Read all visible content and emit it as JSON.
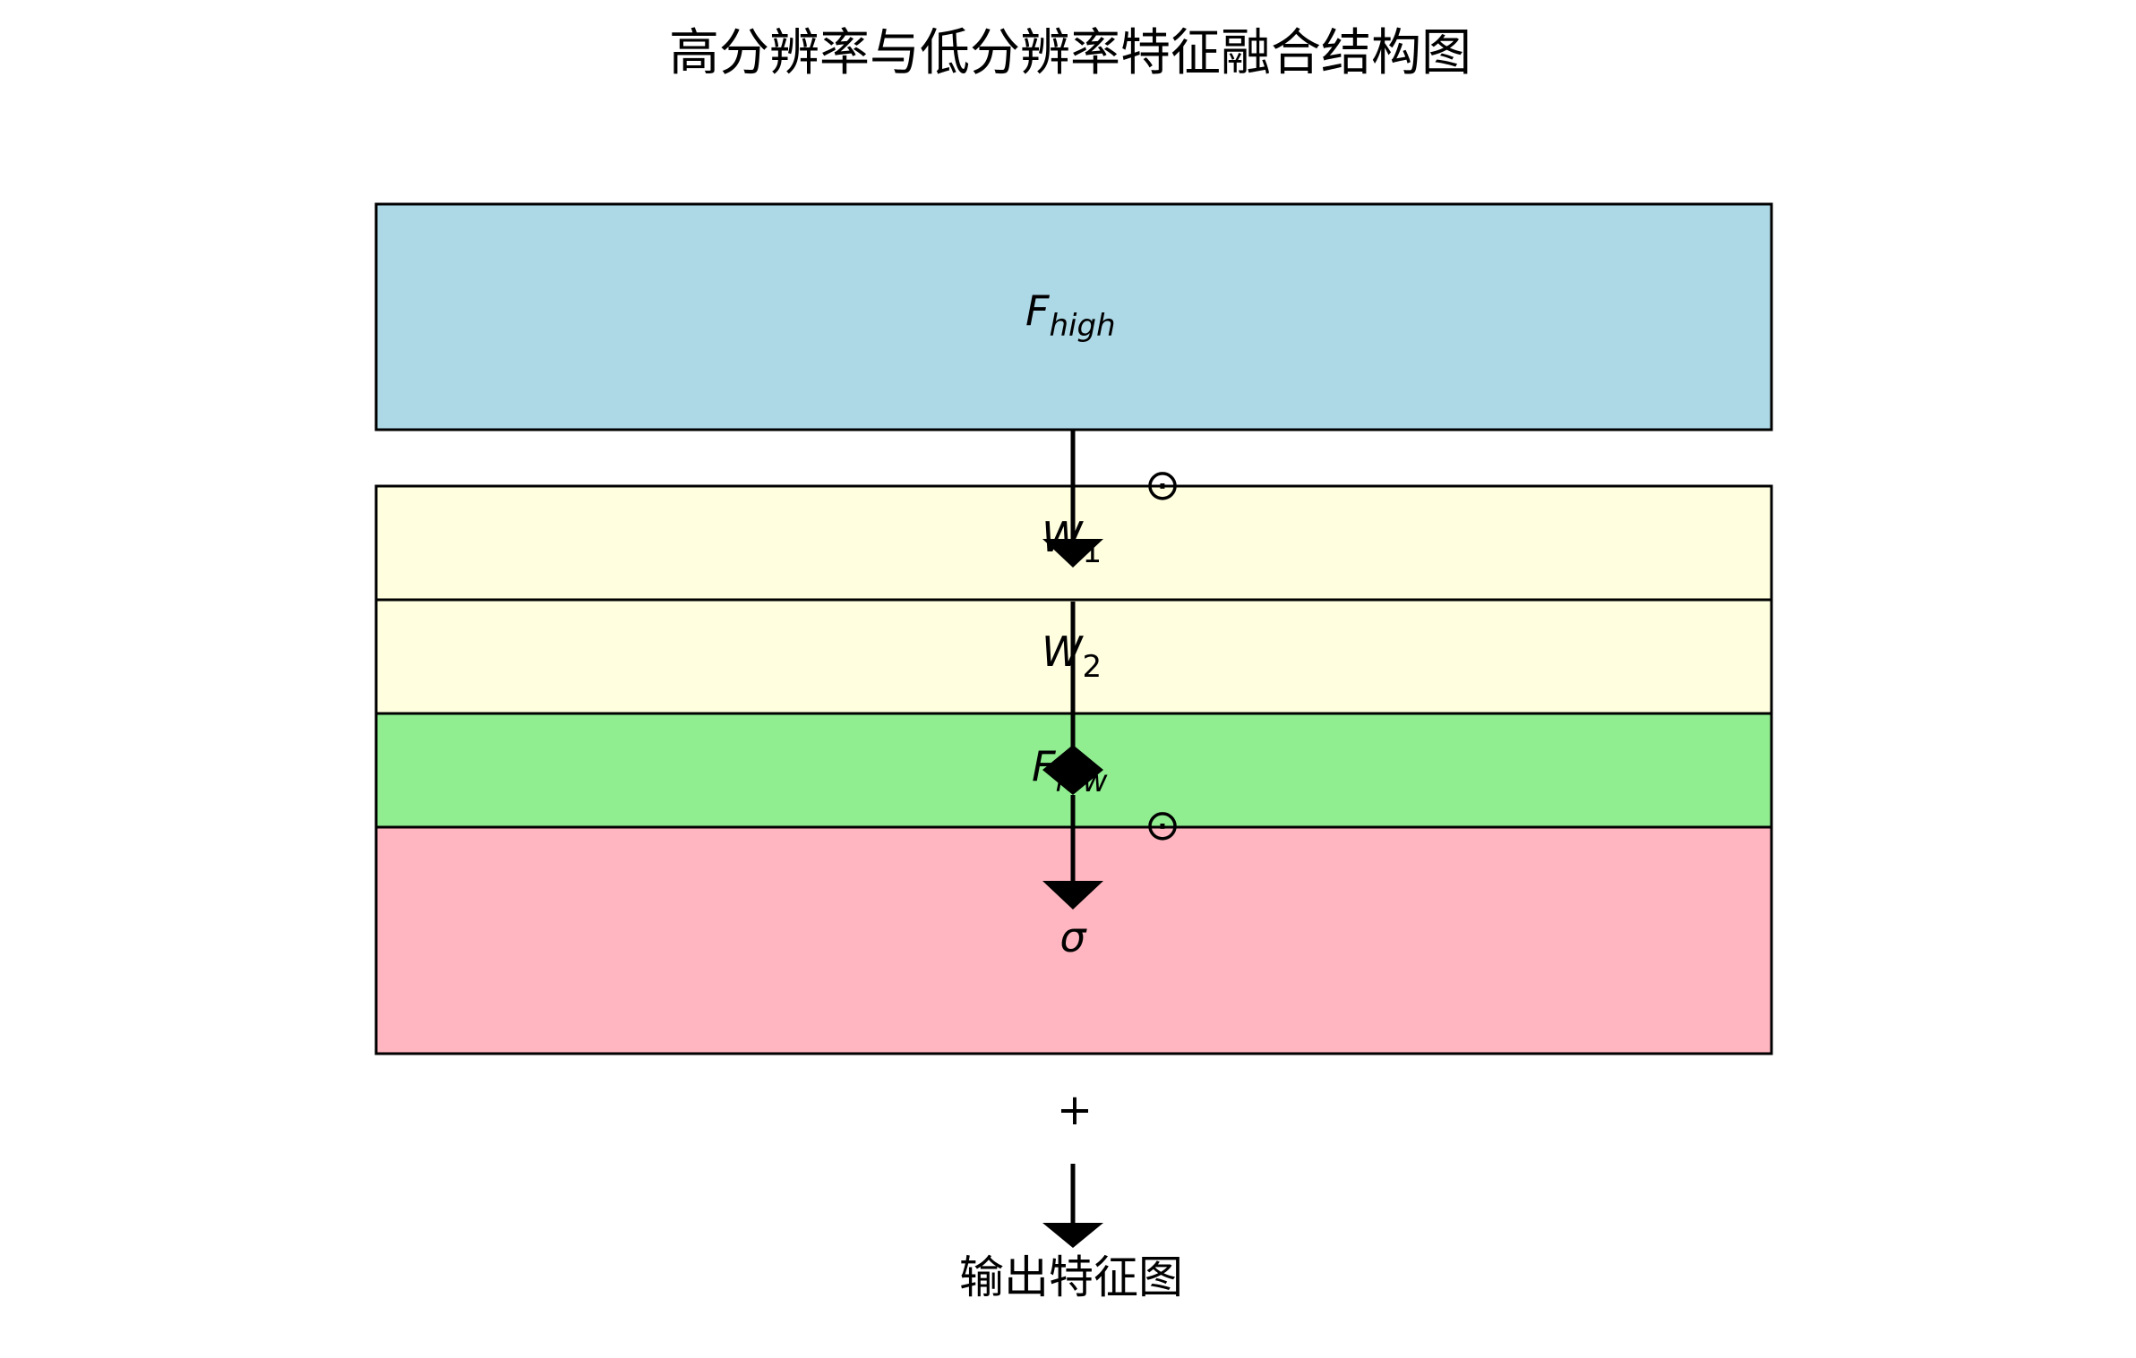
{
  "title": "高分辨率与低分辨率特征融合结构图",
  "blocks": {
    "f_high": {
      "base": "F",
      "sub": "high",
      "color": "#add8e6"
    },
    "w1": {
      "base": "W",
      "sub": "1",
      "color": "#ffffe0"
    },
    "w2": {
      "base": "W",
      "sub": "2",
      "color": "#ffffe0"
    },
    "f_low": {
      "base": "F",
      "sub": "low",
      "color": "#90ee90"
    },
    "sigma": {
      "base": "σ",
      "color": "#ffb6c1"
    }
  },
  "operators": {
    "hadamard_1": "⊙",
    "hadamard_2": "⊙",
    "plus": "+"
  },
  "output_label": "输出特征图"
}
